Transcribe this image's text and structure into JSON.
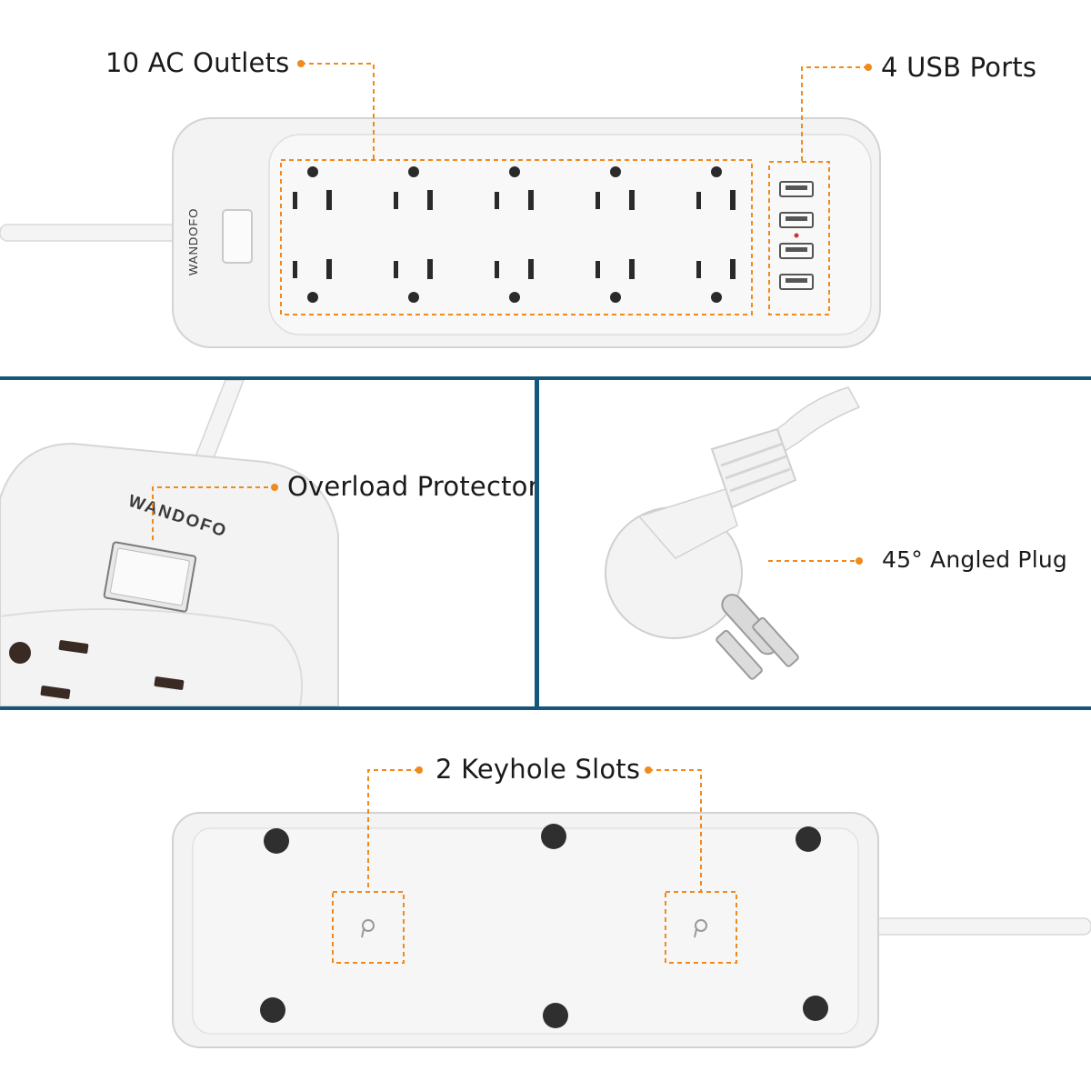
{
  "callouts": {
    "ac_outlets": "10 AC Outlets",
    "usb_ports": "4 USB Ports",
    "overload_protector": "Overload Protector",
    "angled_plug": "45° Angled Plug",
    "keyhole_slots": "2 Keyhole Slots"
  },
  "brand": "WANDOFO",
  "colors": {
    "accent": "#f08a1c",
    "frame": "#15567a",
    "body": "#f1f2f2",
    "socket": "#2a2a2a"
  },
  "counts": {
    "ac_outlets": 10,
    "usb_ports": 4,
    "keyhole_slots": 2
  }
}
